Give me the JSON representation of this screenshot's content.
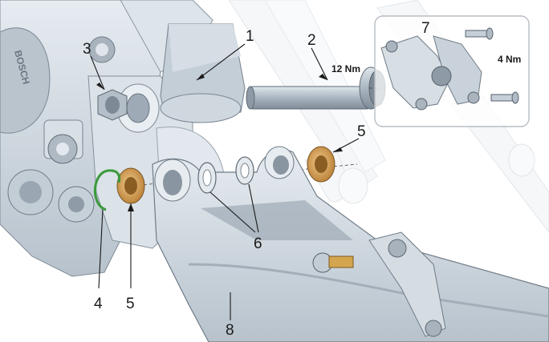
{
  "colors": {
    "metal": "#cfd8e0",
    "metal_dark": "#8c98a4",
    "metal_shadow": "#a9b4be",
    "bushing": "#d9a35a",
    "circlip": "#3a9a3a",
    "inset_border": "#b8bec4"
  },
  "motor": {
    "brand_text": "BOSCH"
  },
  "callouts": [
    {
      "id": "1",
      "label": "1"
    },
    {
      "id": "2",
      "label": "2"
    },
    {
      "id": "3",
      "label": "3"
    },
    {
      "id": "4",
      "label": "4"
    },
    {
      "id": "5a",
      "label": "5"
    },
    {
      "id": "5b",
      "label": "5"
    },
    {
      "id": "6",
      "label": "6"
    },
    {
      "id": "7",
      "label": "7"
    },
    {
      "id": "8",
      "label": "8"
    }
  ],
  "torque": {
    "axle": "12 Nm",
    "inset": "4 Nm"
  },
  "icons": {
    "circlip": "circlip-icon",
    "bushing": "bushing-icon",
    "bolt": "bolt-icon"
  }
}
